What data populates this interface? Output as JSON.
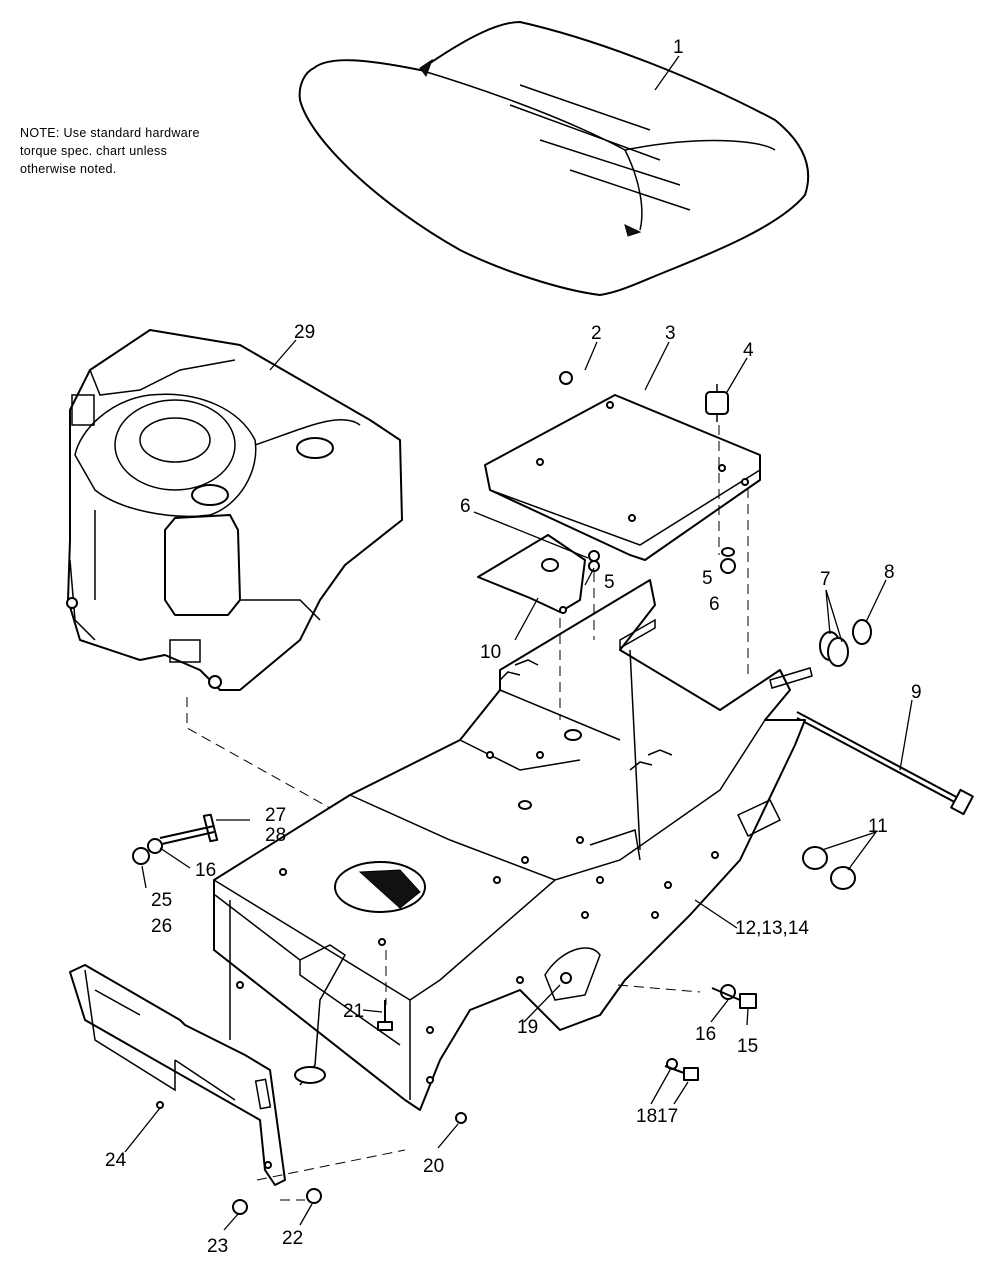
{
  "note": {
    "lines": [
      "NOTE: Use standard hardware",
      "torque spec. chart unless",
      "otherwise noted."
    ]
  },
  "callouts": [
    {
      "id": "c1",
      "text": "1"
    },
    {
      "id": "c2",
      "text": "2"
    },
    {
      "id": "c3",
      "text": "3"
    },
    {
      "id": "c4",
      "text": "4"
    },
    {
      "id": "c5a",
      "text": "5"
    },
    {
      "id": "c5b",
      "text": "5"
    },
    {
      "id": "c6a",
      "text": "6"
    },
    {
      "id": "c6b",
      "text": "6"
    },
    {
      "id": "c7",
      "text": "7"
    },
    {
      "id": "c8",
      "text": "8"
    },
    {
      "id": "c9",
      "text": "9"
    },
    {
      "id": "c10",
      "text": "10"
    },
    {
      "id": "c11",
      "text": "11"
    },
    {
      "id": "c12",
      "text": "12,13,14"
    },
    {
      "id": "c15",
      "text": "15"
    },
    {
      "id": "c16a",
      "text": "16"
    },
    {
      "id": "c16b",
      "text": "16"
    },
    {
      "id": "c17",
      "text": "17"
    },
    {
      "id": "c18",
      "text": "18"
    },
    {
      "id": "c19",
      "text": "19"
    },
    {
      "id": "c20",
      "text": "20"
    },
    {
      "id": "c21",
      "text": "21"
    },
    {
      "id": "c22",
      "text": "22"
    },
    {
      "id": "c23",
      "text": "23"
    },
    {
      "id": "c24",
      "text": "24"
    },
    {
      "id": "c25",
      "text": "25"
    },
    {
      "id": "c26",
      "text": "26"
    },
    {
      "id": "c27",
      "text": "27"
    },
    {
      "id": "c28",
      "text": "28"
    },
    {
      "id": "c29",
      "text": "29"
    }
  ]
}
